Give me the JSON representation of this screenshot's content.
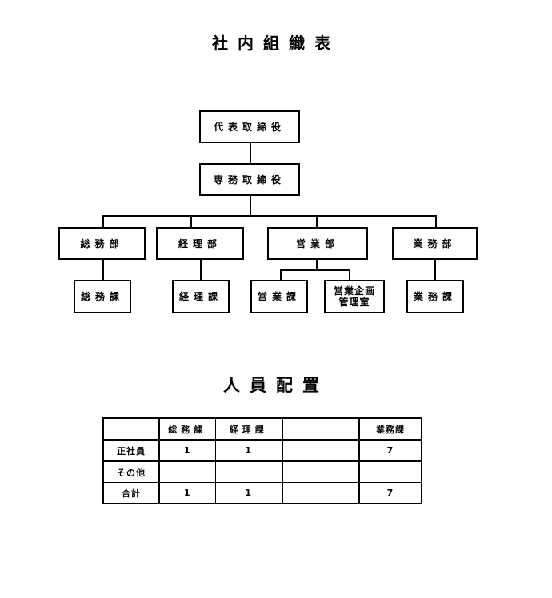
{
  "org_chart": {
    "title": "社内組織表",
    "ceo": "代表取締役",
    "md": "専務取締役",
    "departments": [
      "総務部",
      "経理部",
      "営業部",
      "業務部"
    ],
    "sections": {
      "general_affairs": "総務課",
      "accounting": "経理課",
      "sales": "営業課",
      "sales_planning_line1": "営業企画",
      "sales_planning_line2": "管理室",
      "operations": "業務課"
    }
  },
  "staffing": {
    "title": "人員配置",
    "columns": [
      "",
      "総務課",
      "経理課",
      "",
      "業務課"
    ],
    "rows": [
      {
        "label": "正社員",
        "values": [
          "1",
          "1",
          "",
          "7"
        ]
      },
      {
        "label": "その他",
        "values": [
          "",
          "",
          "",
          ""
        ]
      },
      {
        "label": "合計",
        "values": [
          "1",
          "1",
          "",
          "7"
        ]
      }
    ]
  }
}
